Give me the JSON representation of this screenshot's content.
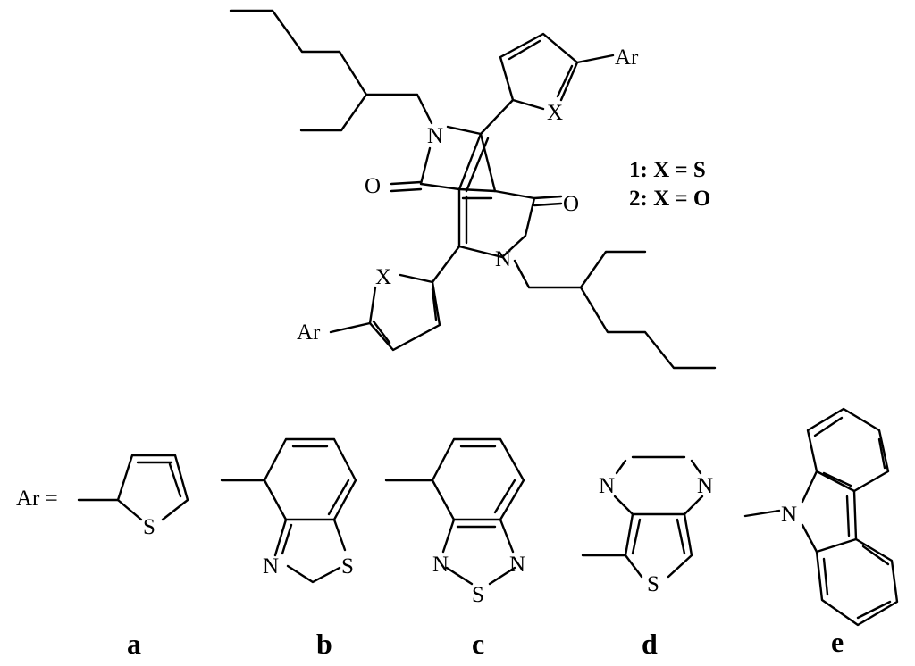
{
  "core": {
    "atoms": {
      "n_top": "N",
      "n_bottom": "N",
      "o_left": "O",
      "o_right": "O",
      "x_top": "X",
      "x_bottom": "X",
      "ar_top": "Ar",
      "ar_bottom": "Ar"
    },
    "legend": [
      "1: X = S",
      "2: X = O"
    ]
  },
  "substituents": {
    "ar_equals": "Ar =",
    "a": {
      "caption": "a",
      "atoms": [
        "S"
      ]
    },
    "b": {
      "caption": "b",
      "atoms": [
        "N",
        "S"
      ]
    },
    "c": {
      "caption": "c",
      "atoms": [
        "N",
        "N",
        "S"
      ]
    },
    "d": {
      "caption": "d",
      "atoms": [
        "N",
        "N",
        "S"
      ]
    },
    "e": {
      "caption": "e",
      "atoms": [
        "N"
      ]
    }
  }
}
